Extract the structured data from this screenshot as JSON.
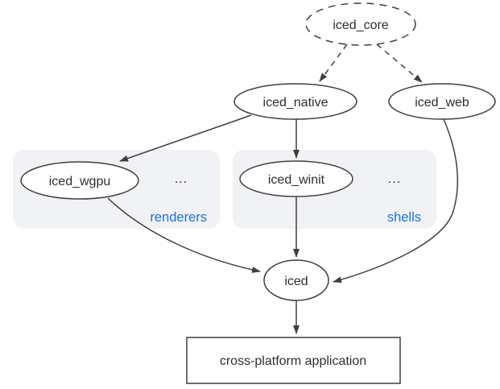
{
  "diagram": {
    "type": "dependency-graph",
    "nodes": {
      "iced_core": "iced_core",
      "iced_native": "iced_native",
      "iced_web": "iced_web",
      "iced_wgpu": "iced_wgpu",
      "iced_winit": "iced_winit",
      "iced": "iced",
      "app": "cross-platform application"
    },
    "groups": {
      "renderers": {
        "label": "renderers",
        "more": "..."
      },
      "shells": {
        "label": "shells",
        "more": "..."
      }
    },
    "edges": [
      {
        "from": "iced_core",
        "to": "iced_native",
        "style": "dashed"
      },
      {
        "from": "iced_core",
        "to": "iced_web",
        "style": "dashed"
      },
      {
        "from": "iced_native",
        "to": "iced_wgpu",
        "style": "solid"
      },
      {
        "from": "iced_native",
        "to": "iced_winit",
        "style": "solid"
      },
      {
        "from": "iced_wgpu",
        "to": "iced",
        "style": "solid"
      },
      {
        "from": "iced_winit",
        "to": "iced",
        "style": "solid"
      },
      {
        "from": "iced_web",
        "to": "iced",
        "style": "solid"
      },
      {
        "from": "iced",
        "to": "app",
        "style": "solid"
      }
    ],
    "colors": {
      "group_label_accent": "#1a73e8",
      "group_background": "#f0f2f5",
      "line": "#3f3f3f",
      "text": "#2e2e2e",
      "background": "#ffffff"
    }
  }
}
